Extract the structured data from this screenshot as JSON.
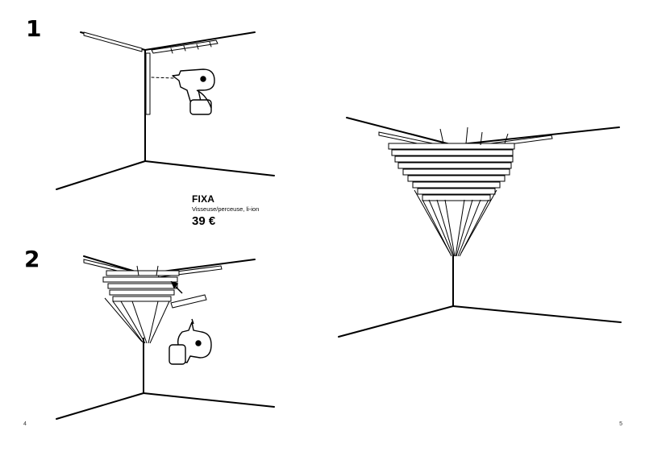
{
  "steps": [
    {
      "number": "1"
    },
    {
      "number": "2"
    }
  ],
  "product": {
    "name": "FIXA",
    "description": "Visseuse/perceuse, li-ion",
    "price": "39 €"
  },
  "pages": {
    "left": "4",
    "right": "5"
  },
  "icons": [
    "drill-icon",
    "wooden-slat-icon",
    "arrow-icon"
  ]
}
